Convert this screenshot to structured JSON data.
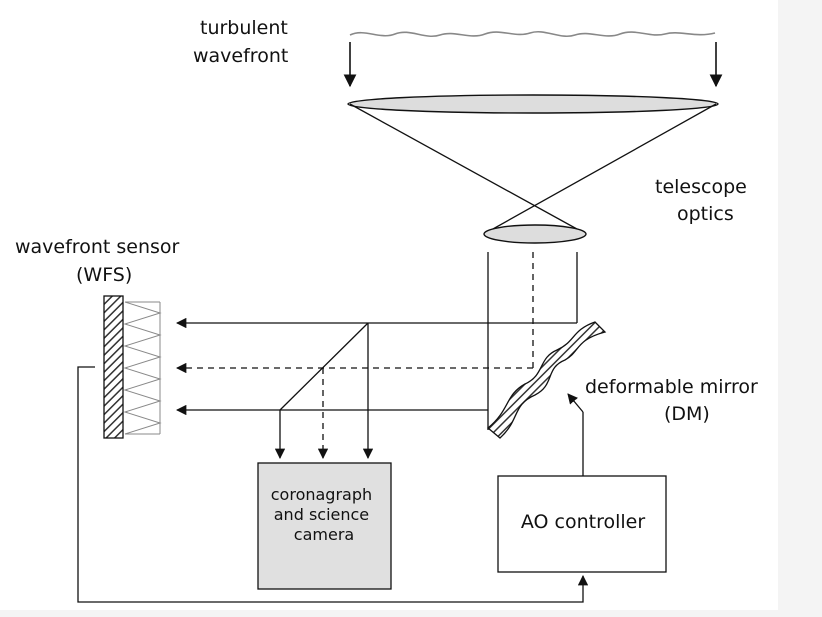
{
  "labels": {
    "turbulent": [
      "turbulent",
      "wavefront"
    ],
    "telescope": [
      "telescope",
      "optics"
    ],
    "wfs": [
      "wavefront sensor",
      "(WFS)"
    ],
    "dm": [
      "deformable mirror",
      "(DM)"
    ],
    "camera": [
      "coronagraph",
      "and science",
      "camera"
    ],
    "controller": "AO controller"
  },
  "colors": {
    "line": "#111111",
    "wave": "#888888",
    "lens_fill": "#dddddd",
    "camera_fill": "#e0e0e0",
    "wfs_hatch": "#333333"
  }
}
